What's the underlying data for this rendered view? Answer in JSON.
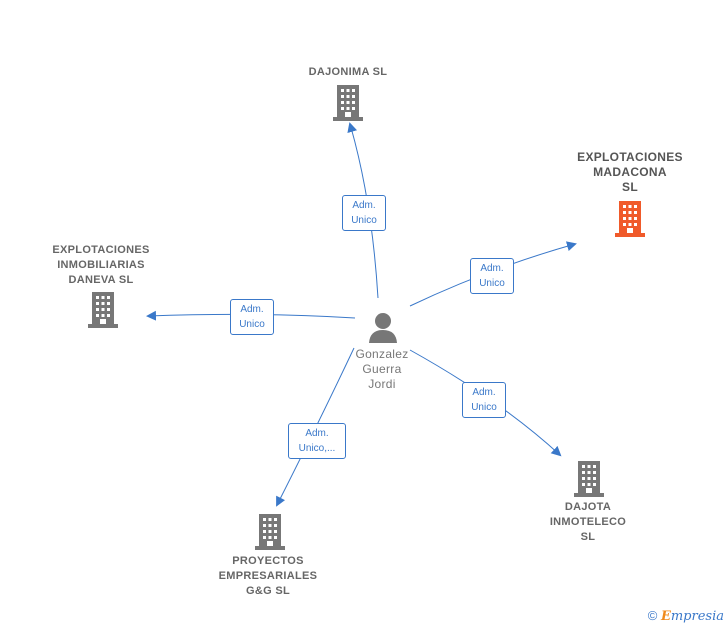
{
  "person": {
    "name": "Gonzalez\nGuerra\nJordi"
  },
  "companies": {
    "dajonima": "DAJONIMA  SL",
    "madacona": "EXPLOTACIONES\nMADACONA\nSL",
    "daneva": "EXPLOTACIONES\nINMOBILIARIAS\nDANEVA  SL",
    "proyectos": "PROYECTOS\nEMPRESARIALES\nG&G  SL",
    "dajota": "DAJOTA\nINMOTELECO\nSL"
  },
  "roles": {
    "dajonima": "Adm.\nUnico",
    "madacona": "Adm.\nUnico",
    "daneva": "Adm.\nUnico",
    "proyectos": "Adm.\nUnico,...",
    "dajota": "Adm.\nUnico"
  },
  "colors": {
    "edge": "#3a78c9",
    "building": "#777777",
    "highlight": "#f05a2a"
  },
  "footer": {
    "copyright": "©",
    "brand_e": "E",
    "brand_rest": "mpresia"
  }
}
